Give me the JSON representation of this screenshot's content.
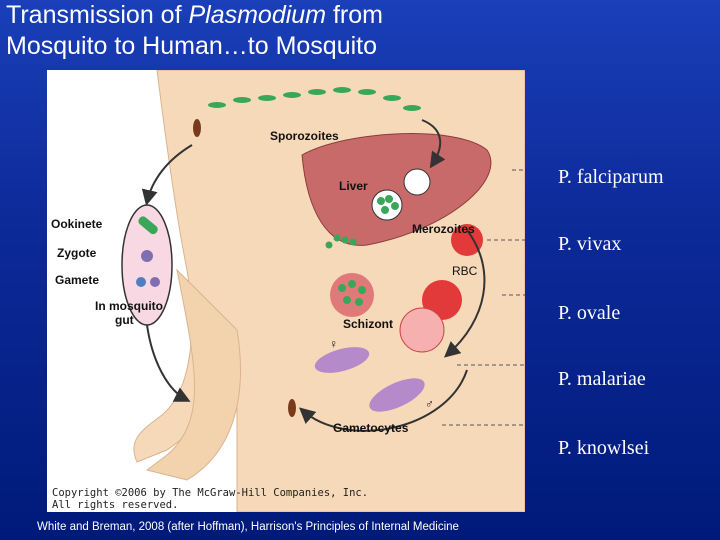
{
  "title": {
    "line1_pre": "Transmission of ",
    "line1_italic": "Plasmodium",
    "line1_post": " from",
    "line2": "Mosquito to Human…to Mosquito"
  },
  "figure_labels": {
    "sporozoites": "Sporozoites",
    "liver": "Liver",
    "merozoites": "Merozoites",
    "rbc": "RBC",
    "schizont": "Schizont",
    "gametocytes": "Gametocytes",
    "ookinete": "Ookinete",
    "zygote": "Zygote",
    "gamete": "Gamete",
    "in_mosquito_gut_1": "In mosquito",
    "in_mosquito_gut_2": "gut",
    "female_symbol": "♀",
    "male_symbol": "♂"
  },
  "copyright": {
    "line1": "Copyright ©2006 by The McGraw-Hill Companies, Inc.",
    "line2": "All rights reserved."
  },
  "species": [
    "P. falciparum",
    "P. vivax",
    "P. ovale",
    "P. malariae",
    "P. knowlsei"
  ],
  "caption": "White and Breman, 2008 (after Hoffman), Harrison's Principles of Internal Medicine",
  "colors": {
    "background": "#0d2a9a",
    "skin": "#f6d9b8",
    "liver": "#c96a6a",
    "parasite_green": "#3aa65a",
    "rbc_red": "#e23a3a"
  }
}
